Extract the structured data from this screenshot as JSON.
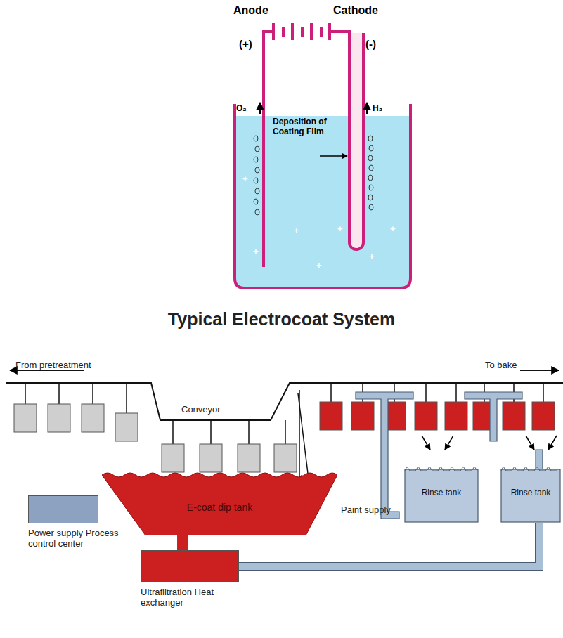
{
  "diagram": {
    "title": "Typical Electrocoat System",
    "nodes": [
      {
        "text": [
          "Power supply Process control center"
        ]
      },
      {
        "text": [
          "E-coat dip tank"
        ]
      },
      {
        "text": [
          "Ultrafiltration Heat exchanger"
        ]
      },
      {
        "text": [
          "Rinse tank"
        ]
      },
      {
        "text": [
          "Rinse tank"
        ]
      }
    ],
    "edges": [
      {
        "from": 1,
        "to": 2,
        "arrow": "none"
      },
      {
        "from": 2,
        "to": 4,
        "arrow": "none"
      }
    ],
    "labels": [
      "Anode",
      "Cathode",
      "(+)",
      "(-)",
      "O₂",
      "H₂",
      "Deposition of Coating Film",
      "+",
      "+",
      "+",
      "+",
      "+",
      "+",
      "+",
      "From pretreatment",
      "To bake",
      "Conveyor",
      "Paint supply"
    ]
  }
}
